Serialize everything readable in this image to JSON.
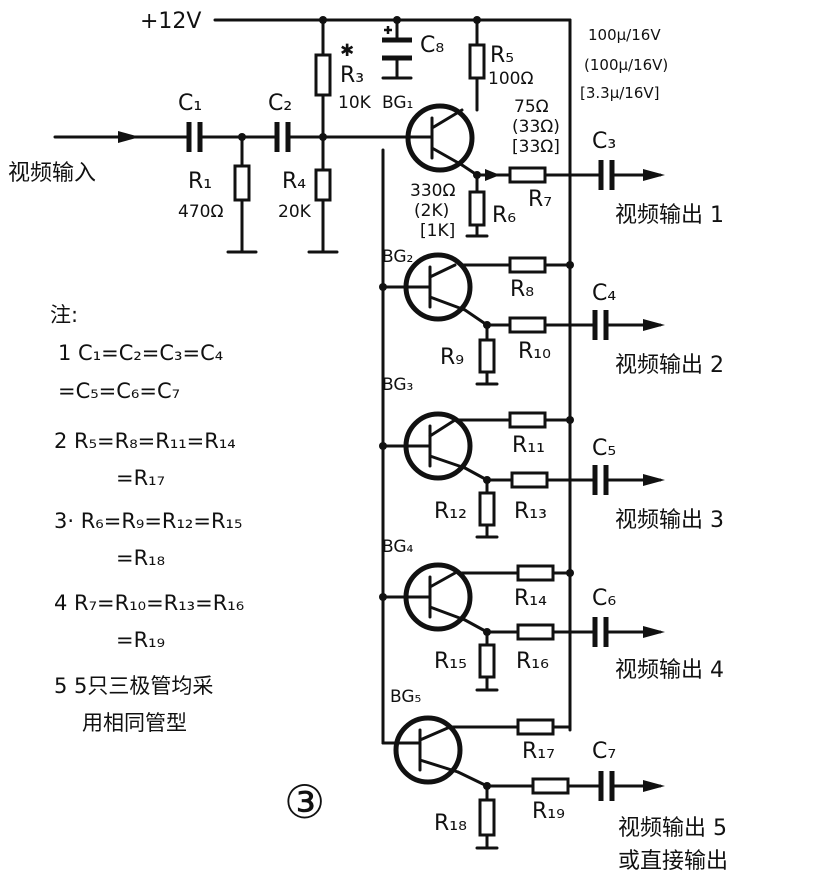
{
  "supply": "+12V",
  "input_label": "视频输入",
  "components": {
    "c1": "C₁",
    "c2": "C₂",
    "c3": "C₃",
    "c4": "C₄",
    "c5": "C₅",
    "c6": "C₆",
    "c7": "C₇",
    "c8": "C₈",
    "r1": "R₁",
    "r1_value": "470Ω",
    "r3_mark": "✱",
    "r3": "R₃",
    "r3_value": "10K",
    "r4": "R₄",
    "r4_value": "20K",
    "r5": "R₅",
    "r5_value": "100Ω",
    "r6": "R₆",
    "r6_values": [
      "330Ω",
      "(2K)",
      "[1K]"
    ],
    "r7": "R₇",
    "r7_values": [
      "75Ω",
      "(33Ω)",
      "[33Ω]"
    ],
    "r8": "R₈",
    "r9": "R₉",
    "r10": "R₁₀",
    "r11": "R₁₁",
    "r12": "R₁₂",
    "r13": "R₁₃",
    "r14": "R₁₄",
    "r15": "R₁₅",
    "r16": "R₁₆",
    "r17": "R₁₇",
    "r18": "R₁₈",
    "r19": "R₁₉",
    "bg1": "BG₁",
    "bg2": "BG₂",
    "bg3": "BG₃",
    "bg4": "BG₄",
    "bg5": "BG₅"
  },
  "cap_ratings": [
    "100μ/16V",
    "(100μ/16V)",
    "[3.3μ/16V]"
  ],
  "outputs": [
    "视频输出 1",
    "视频输出 2",
    "视频输出 3",
    "视频输出 4",
    "视频输出 5",
    "或直接输出"
  ],
  "notes": {
    "title": "注:",
    "lines": [
      "1  C₁=C₂=C₃=C₄",
      "=C₅=C₆=C₇",
      "2  R₅=R₈=R₁₁=R₁₄",
      "=R₁₇",
      "3·  R₆=R₉=R₁₂=R₁₅",
      "=R₁₈",
      "4  R₇=R₁₀=R₁₃=R₁₆",
      "=R₁₉",
      "5     5只三极管均采",
      "用相同管型"
    ]
  },
  "figure_number": "③"
}
